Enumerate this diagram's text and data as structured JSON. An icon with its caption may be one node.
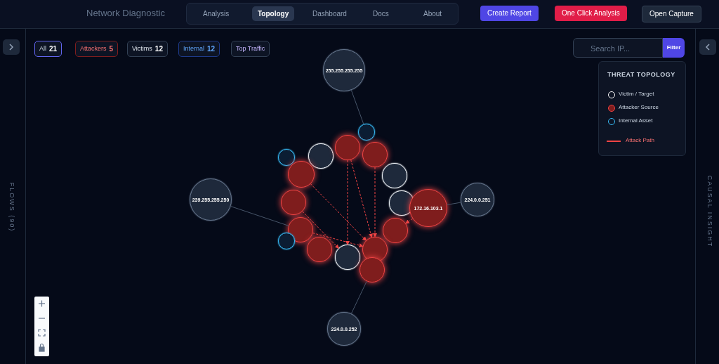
{
  "diagram": {
    "nodes": [
      {
        "text": [
          "255.255.255.255"
        ]
      },
      {
        "text": [],
        "shape": "circle"
      },
      {
        "text": [],
        "shape": "circle"
      },
      {
        "text": [],
        "shape": "circle"
      },
      {
        "text": [],
        "shape": "circle"
      },
      {
        "text": [],
        "shape": "circle"
      },
      {
        "text": [],
        "shape": "circle"
      },
      {
        "text": [],
        "shape": "circle"
      },
      {
        "text": [
          "239.255.255.250"
        ]
      },
      {
        "text": [
          "224.0.0.251"
        ]
      },
      {
        "text": [],
        "shape": "circle"
      },
      {
        "text": [],
        "shape": "circle"
      },
      {
        "text": [
          "172.16.103.1"
        ]
      },
      {
        "text": [],
        "shape": "circle"
      },
      {
        "text": [],
        "shape": "circle"
      },
      {
        "text": [],
        "shape": "circle"
      },
      {
        "text": [],
        "shape": "circle"
      },
      {
        "text": [],
        "shape": "circle"
      },
      {
        "text": [],
        "shape": "circle"
      },
      {
        "text": [],
        "shape": "circle"
      },
      {
        "text": [
          "224.0.0.252"
        ]
      }
    ],
    "edges": [
      {
        "from": 0,
        "to": 1,
        "arrow": "none",
        "color": "#475569"
      },
      {
        "from": 3,
        "to": 17,
        "arrow": "to",
        "style": "dashed",
        "color": "#ef4444"
      },
      {
        "from": 4,
        "to": 18,
        "arrow": "to",
        "style": "dashed",
        "color": "#ef4444"
      },
      {
        "from": 7,
        "to": 18,
        "arrow": "to",
        "style": "dashed",
        "color": "#ef4444"
      },
      {
        "from": 10,
        "to": 17,
        "arrow": "to",
        "style": "dashed",
        "color": "#ef4444"
      },
      {
        "from": 13,
        "to": 18,
        "arrow": "to",
        "style": "dashed",
        "color": "#ef4444"
      },
      {
        "from": 3,
        "to": 18,
        "arrow": "to",
        "style": "dashed",
        "color": "#ef4444"
      },
      {
        "from": 12,
        "to": 14,
        "arrow": "to",
        "style": "dashed",
        "color": "#ef4444"
      },
      {
        "from": 8,
        "to": 13,
        "arrow": "none",
        "color": "#475569"
      },
      {
        "from": 9,
        "to": 12,
        "arrow": "none",
        "color": "#475569"
      },
      {
        "from": 20,
        "to": 19,
        "arrow": "none",
        "color": "#475569"
      }
    ],
    "labels": [
      "Network Diagnostic",
      "Analysis",
      "Topology",
      "Dashboard",
      "Docs",
      "About",
      "Create Report",
      "One Click Analysis",
      "Open Capture",
      "All",
      "21",
      "Attackers",
      "5",
      "Victims",
      "12",
      "Internal",
      "12",
      "Top Traffic",
      "Search IP...",
      "Filter",
      "THREAT TOPOLOGY",
      "FLOWS (90)",
      "CAUSAL INSIGHT"
    ],
    "legend": [
      {
        "text": "Victim / Target"
      },
      {
        "text": "Attacker Source",
        "color": "#7f1d1d"
      },
      {
        "text": "Internal Asset"
      },
      {
        "text": "Attack Path"
      }
    ]
  }
}
